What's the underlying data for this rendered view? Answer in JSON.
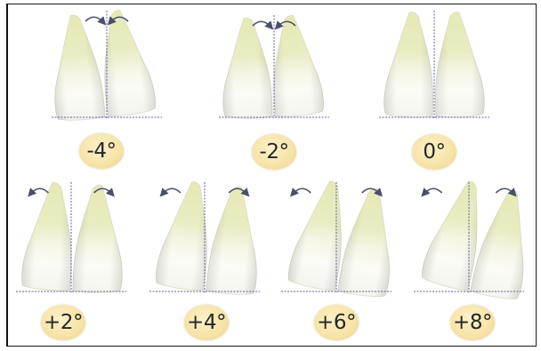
{
  "colors": {
    "tooth_crown": "#fbfaf1",
    "tooth_root": "#e3e7b0",
    "midline": "#5e5ea6",
    "arrow": "#4a4f6a",
    "badge": "#f6e3a6"
  },
  "panels": [
    {
      "angle": -4,
      "label": "-4°"
    },
    {
      "angle": -2,
      "label": "-2°"
    },
    {
      "angle": 0,
      "label": "0°"
    },
    {
      "angle": 2,
      "label": "+2°"
    },
    {
      "angle": 4,
      "label": "+4°"
    },
    {
      "angle": 6,
      "label": "+6°"
    },
    {
      "angle": 8,
      "label": "+8°"
    }
  ]
}
